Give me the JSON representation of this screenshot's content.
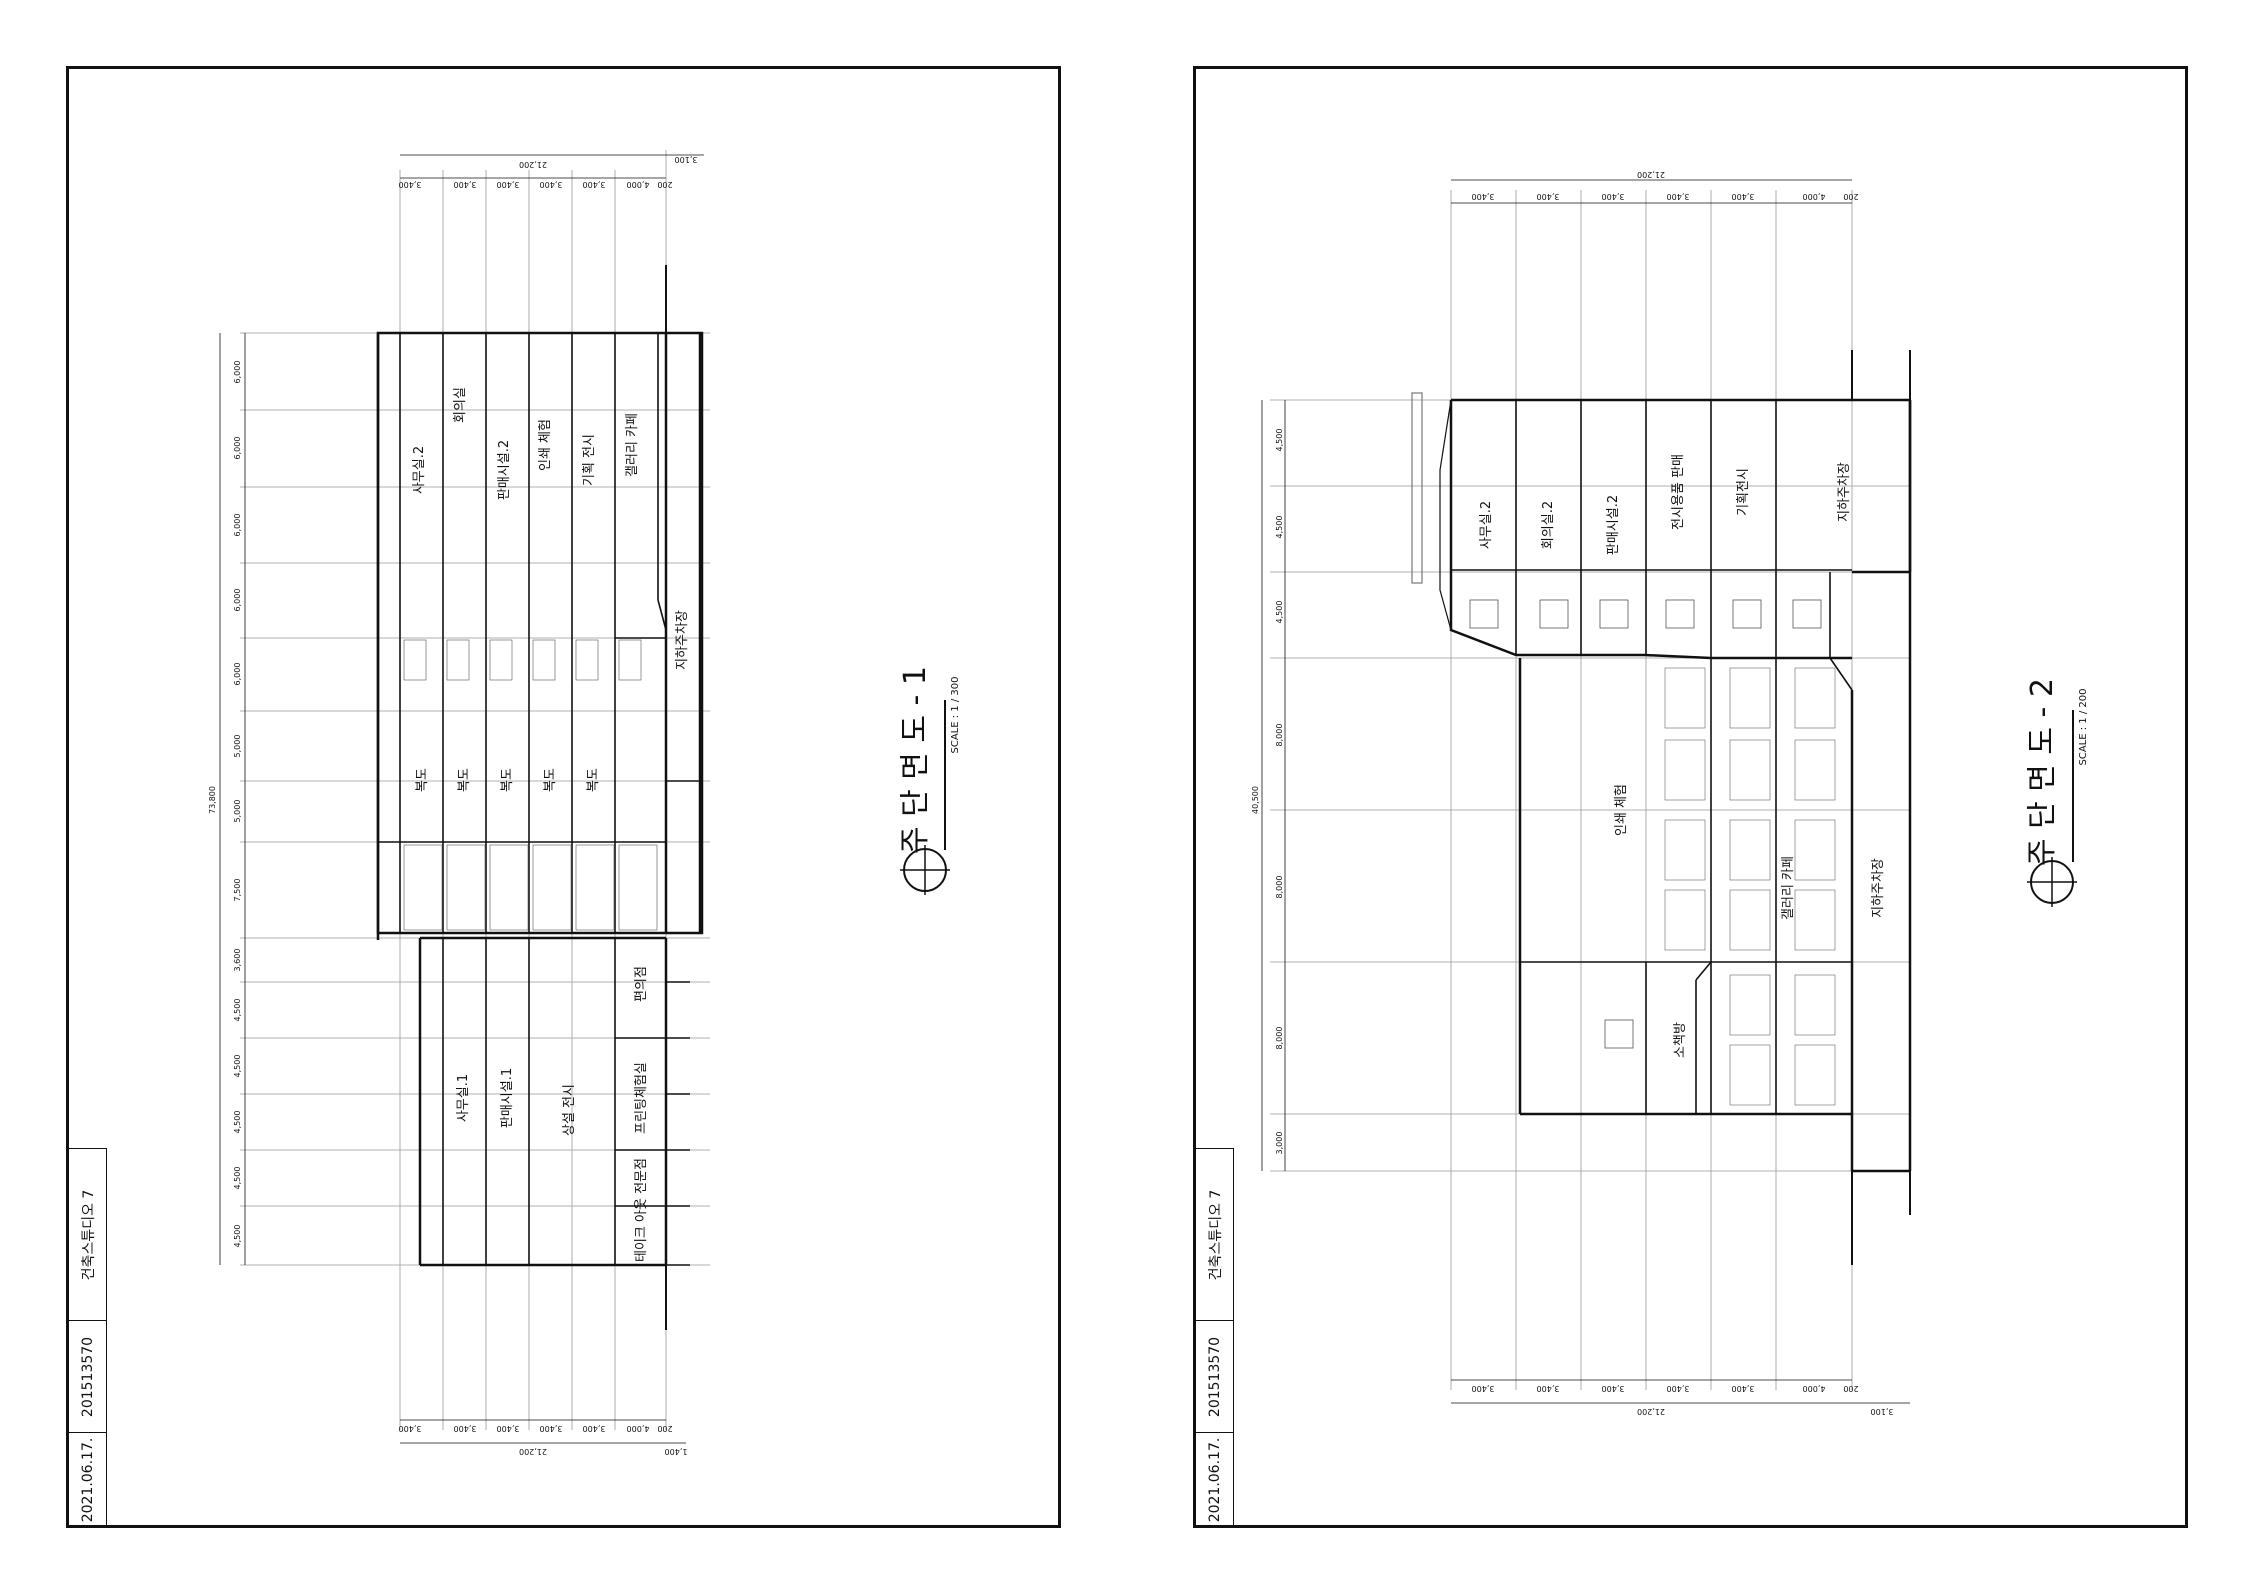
{
  "strip": {
    "studio": "건축스튜디오 7",
    "student_id": "201513570",
    "date": "2021.06.17."
  },
  "sheet1": {
    "title": "주 단 면 도 - 1",
    "scale": "SCALE : 1 / 300",
    "top_overall": "21,200",
    "top_extra": "3,100",
    "top_bays": [
      "3,400",
      "3,400",
      "3,400",
      "3,400",
      "3,400",
      "4,000"
    ],
    "top_edge": "200",
    "bottom_overall": "21,200",
    "bottom_extra": "1,400",
    "bottom_bays": [
      "3,400",
      "3,400",
      "3,400",
      "3,400",
      "3,400",
      "4,000"
    ],
    "bottom_edge": "200",
    "total_height": "73,800",
    "spans": [
      "6,000",
      "6,000",
      "6,000",
      "6,000",
      "6,000",
      "5,000",
      "5,000",
      "7,500",
      "3,600",
      "4,500",
      "4,500",
      "4,500",
      "4,500",
      "4,500"
    ],
    "rooms": {
      "office2": "사무실.2",
      "meeting": "회의실",
      "shop2": "판매시설.2",
      "print": "인쇄 체험",
      "planned": "기획 전시",
      "cafe": "갤러리 카페",
      "parking": "지하주차장",
      "corridor": "복도",
      "office1": "사무실.1",
      "shop1": "판매시설.1",
      "permanent": "상설 전시",
      "convenience": "편의점",
      "printing_shop": "프린팅체험실",
      "takeout": "테이크 아웃 전문점"
    }
  },
  "sheet2": {
    "title": "주 단 면 도 - 2",
    "scale": "SCALE : 1 / 200",
    "top_overall": "21,200",
    "top_bays": [
      "3,400",
      "3,400",
      "3,400",
      "3,400",
      "3,400",
      "4,000"
    ],
    "top_edge": "200",
    "bottom_overall": "21,200",
    "bottom_extra": "3,100",
    "bottom_bays": [
      "3,400",
      "3,400",
      "3,400",
      "3,400",
      "3,400",
      "4,000"
    ],
    "bottom_edge": "200",
    "total_height": "40,500",
    "spans": [
      "4,500",
      "4,500",
      "4,500",
      "8,000",
      "8,000",
      "8,000",
      "3,000"
    ],
    "rooms": {
      "office2": "사무실.2",
      "meeting2": "회의실.2",
      "shop2": "판매시설.2",
      "exhibit_goods": "전시용품 판매",
      "planned": "기획전시",
      "parking_top": "지하주차장",
      "print": "인쇄 체험",
      "cafe": "갤러리 카페",
      "parking": "지하주차장",
      "small_library": "소책방"
    }
  }
}
